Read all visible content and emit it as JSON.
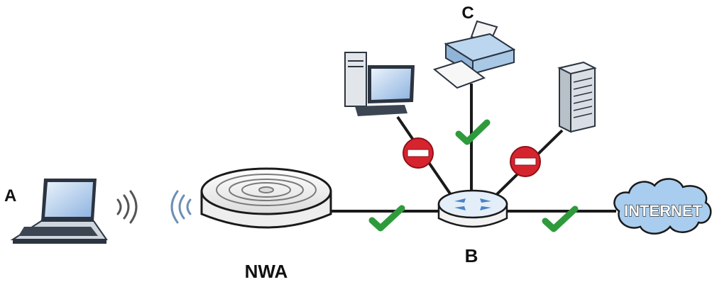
{
  "labels": {
    "laptop": "A",
    "switch": "B",
    "printer": "C",
    "access_point": "NWA",
    "cloud": "INTERNET"
  },
  "colors": {
    "line": "#1a1a1a",
    "allowed_check": "#2e9a3c",
    "blocked_sign": "#d6242f",
    "device_blue": "#bcd6ef",
    "cloud_blue": "#a9cdee",
    "screen_blue": "#3f6fb5"
  },
  "icons": {
    "allowed": "check-icon",
    "blocked": "no-entry-icon",
    "wireless": "wifi-waves-icon"
  },
  "connections": [
    {
      "from": "access_point",
      "to": "switch",
      "status": "allowed"
    },
    {
      "from": "switch",
      "to": "internet",
      "status": "allowed"
    },
    {
      "from": "switch",
      "to": "printer",
      "status": "allowed"
    },
    {
      "from": "switch",
      "to": "desktop",
      "status": "blocked"
    },
    {
      "from": "switch",
      "to": "server",
      "status": "blocked"
    },
    {
      "from": "laptop",
      "to": "access_point",
      "status": "wireless"
    }
  ]
}
